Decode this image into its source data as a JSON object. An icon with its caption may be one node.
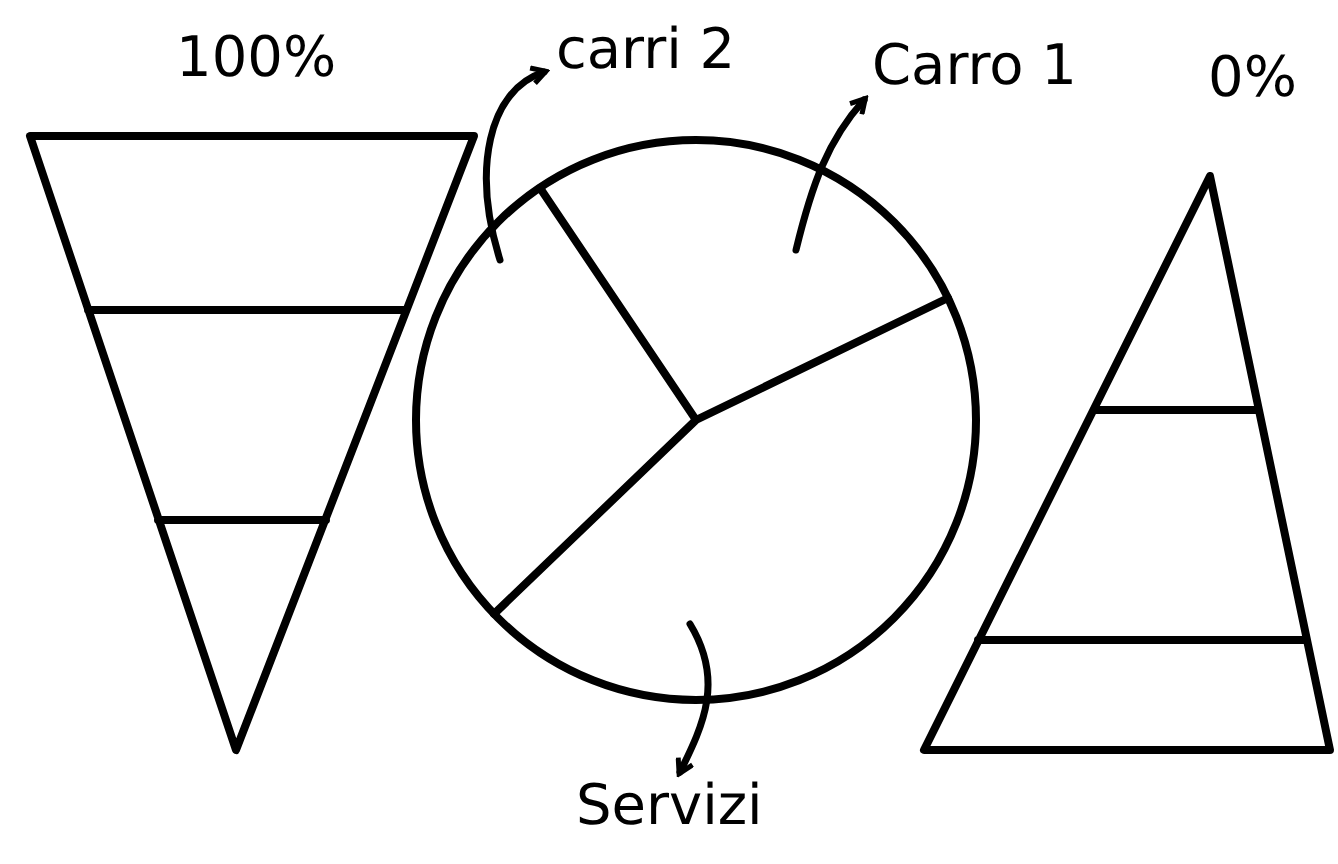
{
  "diagram": {
    "nodes": [
      {
        "text": [
          "carri 2"
        ]
      },
      {
        "text": [
          "Carro 1"
        ]
      },
      {
        "text": [
          "Servizi"
        ]
      }
    ],
    "edges": [
      {
        "from": null,
        "to": 0,
        "arrow": "to"
      },
      {
        "from": null,
        "to": 1,
        "arrow": "to"
      },
      {
        "from": null,
        "to": 2,
        "arrow": "to"
      }
    ],
    "labels": [
      "100%",
      "0%"
    ]
  }
}
